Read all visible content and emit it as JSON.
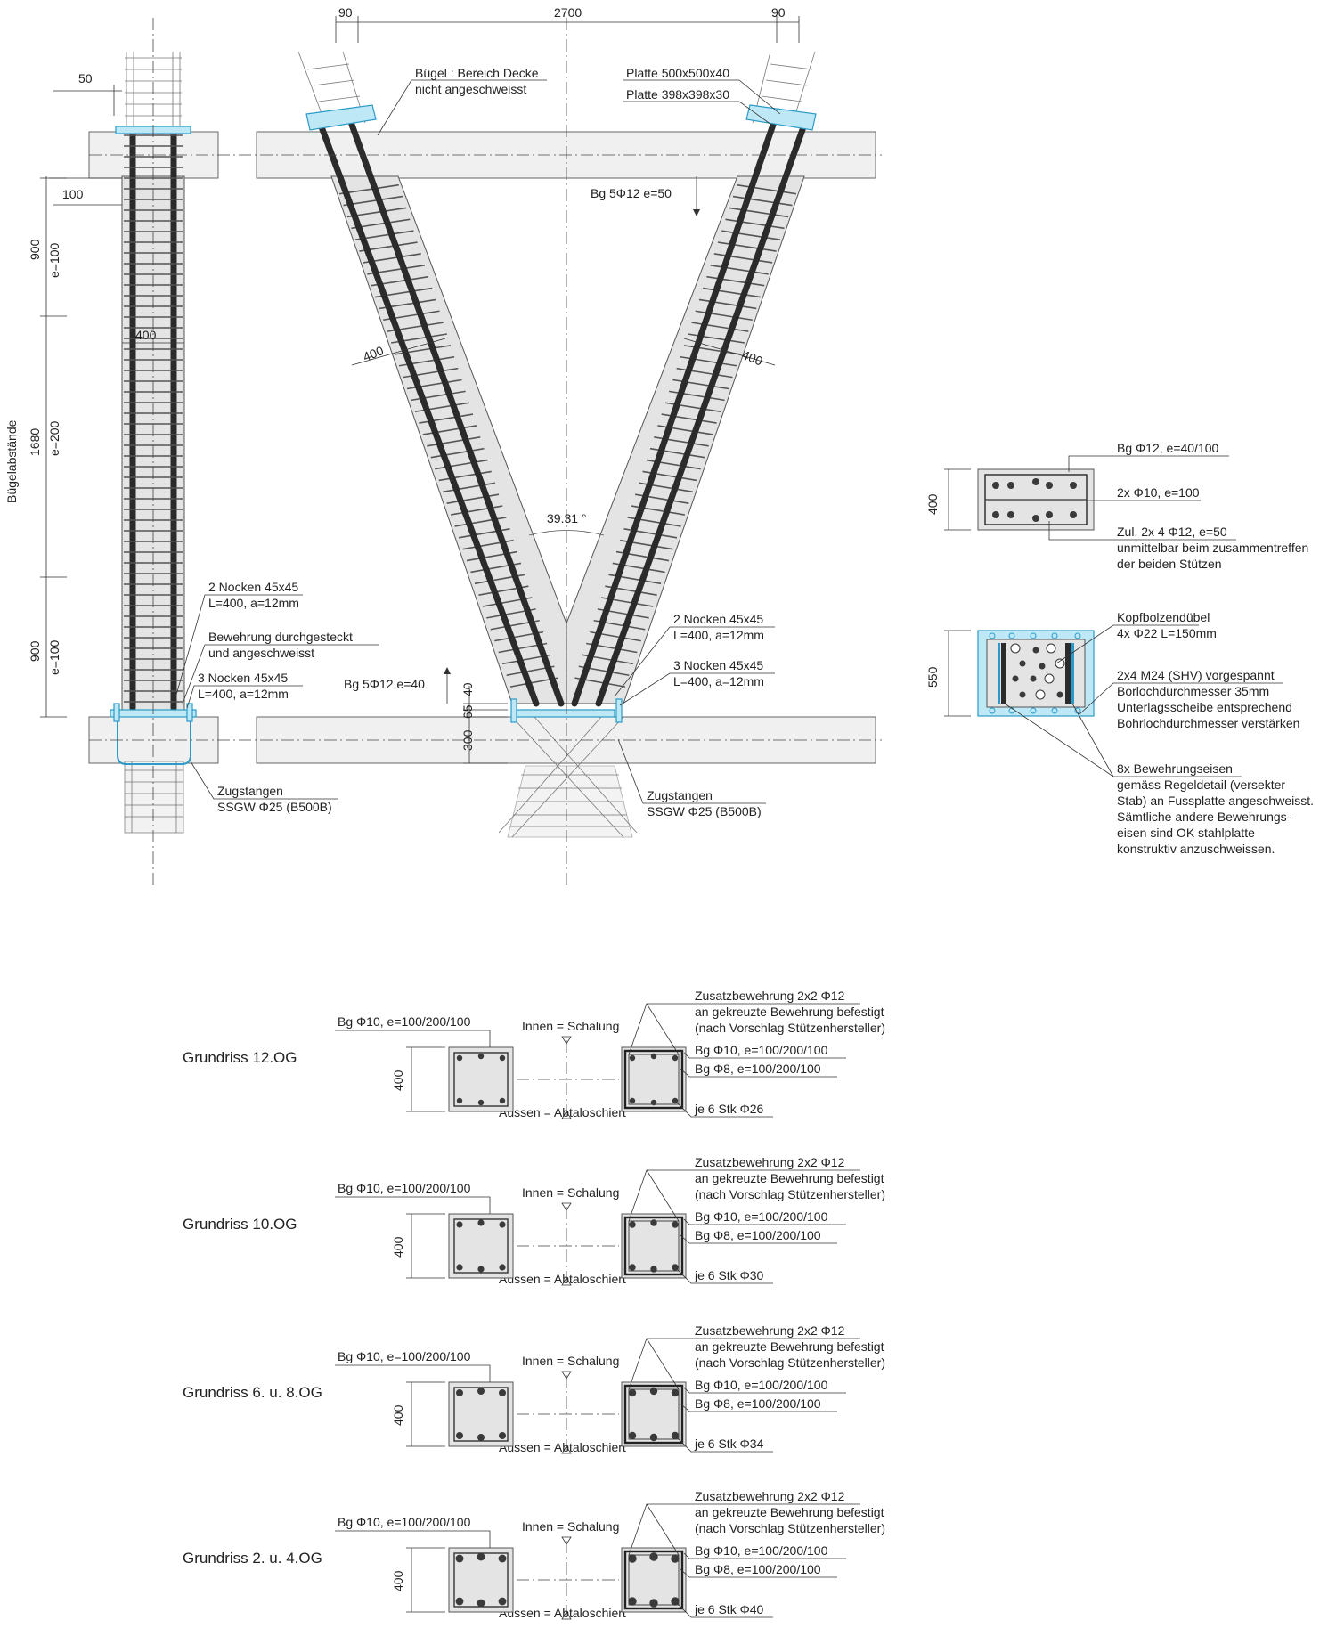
{
  "dimensions": {
    "top_90_left": "90",
    "top_2700": "2700",
    "top_90_right": "90",
    "d50": "50",
    "d100": "100",
    "d900_top": "900",
    "e100_top": "e=100",
    "d1680": "1680",
    "e200": "e=200",
    "d900_bottom": "900",
    "e100_bottom": "e=100",
    "col_width": "400",
    "v_left_width": "400",
    "v_right_width": "400",
    "angle": "39.31 °",
    "d40": "40",
    "d65": "65",
    "d300": "300",
    "detail1_400": "400",
    "detail2_550": "550"
  },
  "side_label": "Bügelabstände",
  "labels": {
    "buegel_1": "Bügel : Bereich Decke",
    "buegel_2": "nicht angeschweisst",
    "platte1": "Platte 500x500x40",
    "platte2": "Platte 398x398x30",
    "bg_top": "Bg  5Φ12  e=50",
    "bg_bottom": "Bg  5Φ12  e=40",
    "col_nocken2_1": "2 Nocken 45x45",
    "col_nocken2_2": "L=400, a=12mm",
    "bewehrung_1": "Bewehrung durchgesteckt",
    "bewehrung_2": "und angeschweisst",
    "col_nocken3_1": "3 Nocken 45x45",
    "col_nocken3_2": "L=400, a=12mm",
    "v_nocken2_1": "2 Nocken 45x45",
    "v_nocken2_2": "L=400, a=12mm",
    "v_nocken3_1": "3 Nocken 45x45",
    "v_nocken3_2": "L=400, a=12mm",
    "zug_left_1": "Zugstangen",
    "zug_left_2": "SSGW Φ25 (B500B)",
    "zug_right_1": "Zugstangen",
    "zug_right_2": "SSGW Φ25 (B500B)"
  },
  "detail1": {
    "l1": "Bg  Φ12, e=40/100",
    "l2": "2x Φ10, e=100",
    "l3": "Zul. 2x 4 Φ12, e=50",
    "l4": "unmittelbar beim zusammentreffen",
    "l5": "der beiden Stützen"
  },
  "detail2": {
    "l1": "Kopfbolzendübel",
    "l2": "4x Φ22 L=150mm",
    "l3": "2x4 M24 (SHV) vorgespannt",
    "l4": "Borlochdurchmesser 35mm",
    "l5": "Unterlagsscheibe entsprechend",
    "l6": "Bohrlochdurchmesser verstärken",
    "l7": "8x Bewehrungseisen",
    "l8": "gemäss Regeldetail (versekter",
    "l9": "Stab) an Fussplatte angeschweisst.",
    "l10": "Sämtliche andere Bewehrungs-",
    "l11": "eisen sind OK stahlplatte",
    "l12": "konstruktiv anzuschweissen."
  },
  "sections": [
    {
      "title": "Grundriss 12.OG",
      "bg_left": "Bg  Φ10, e=100/200/100",
      "innen": "Innen = Schalung",
      "aussen": "Aussen = Abtaloschiert",
      "dim": "400",
      "z1": "Zusatzbewehrung 2x2  Φ12",
      "z2": "an gekreuzte Bewehrung befestigt",
      "z3": "(nach Vorschlag Stützenhersteller)",
      "bg10": "Bg  Φ10, e=100/200/100",
      "bg8": "Bg  Φ8, e=100/200/100",
      "stk": "je 6 Stk Φ26"
    },
    {
      "title": "Grundriss 10.OG",
      "bg_left": "Bg  Φ10, e=100/200/100",
      "innen": "Innen = Schalung",
      "aussen": "Aussen = Abtaloschiert",
      "dim": "400",
      "z1": "Zusatzbewehrung 2x2  Φ12",
      "z2": "an gekreuzte Bewehrung befestigt",
      "z3": "(nach Vorschlag Stützenhersteller)",
      "bg10": "Bg  Φ10, e=100/200/100",
      "bg8": "Bg  Φ8, e=100/200/100",
      "stk": "je 6 Stk Φ30"
    },
    {
      "title": "Grundriss 6. u. 8.OG",
      "bg_left": "Bg  Φ10, e=100/200/100",
      "innen": "Innen = Schalung",
      "aussen": "Aussen = Abtaloschiert",
      "dim": "400",
      "z1": "Zusatzbewehrung 2x2  Φ12",
      "z2": "an gekreuzte Bewehrung befestigt",
      "z3": "(nach Vorschlag Stützenhersteller)",
      "bg10": "Bg  Φ10, e=100/200/100",
      "bg8": "Bg  Φ8, e=100/200/100",
      "stk": "je 6 Stk Φ34"
    },
    {
      "title": "Grundriss 2. u. 4.OG",
      "bg_left": "Bg  Φ10, e=100/200/100",
      "innen": "Innen = Schalung",
      "aussen": "Aussen = Abtaloschiert",
      "dim": "400",
      "z1": "Zusatzbewehrung 2x2  Φ12",
      "z2": "an gekreuzte Bewehrung befestigt",
      "z3": "(nach Vorschlag Stützenhersteller)",
      "bg10": "Bg  Φ10, e=100/200/100",
      "bg8": "Bg  Φ8, e=100/200/100",
      "stk": "je 6 Stk Φ40"
    }
  ]
}
